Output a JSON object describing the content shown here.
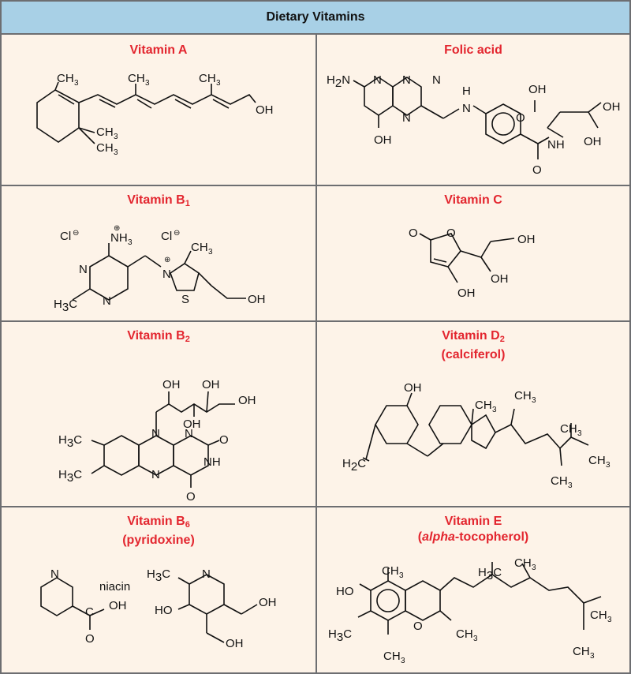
{
  "table_title": "Dietary Vitamins",
  "cells": [
    {
      "id": "vitamin-a",
      "title": "Vitamin A"
    },
    {
      "id": "folic-acid",
      "title": "Folic acid"
    },
    {
      "id": "vitamin-b1",
      "title_main": "Vitamin B",
      "title_sub": "1"
    },
    {
      "id": "vitamin-c",
      "title": "Vitamin C"
    },
    {
      "id": "vitamin-b2",
      "title_main": "Vitamin B",
      "title_sub": "2"
    },
    {
      "id": "vitamin-d2",
      "title_main": "Vitamin D",
      "title_sub": "2",
      "title_line2": "(calciferol)"
    },
    {
      "id": "vitamin-b6",
      "title_main": "Vitamin B",
      "title_sub": "6",
      "title_line2": "(pyridoxine)",
      "annotation": "niacin"
    },
    {
      "id": "vitamin-e",
      "title": "Vitamin E",
      "title_line2_italic": "alpha",
      "title_line2_rest": "-tocopherol)",
      "title_line2_open": "("
    }
  ],
  "atom_labels": {
    "CH3": "CH",
    "H3C": "H",
    "sub3": "3",
    "sub2": "2",
    "OH": "OH",
    "HO": "HO",
    "O": "O",
    "N": "N",
    "NH": "NH",
    "H": "H",
    "S": "S",
    "Cl": "Cl",
    "H2N": "H",
    "NH3": "NH",
    "H2C": "H",
    "C": "C"
  }
}
